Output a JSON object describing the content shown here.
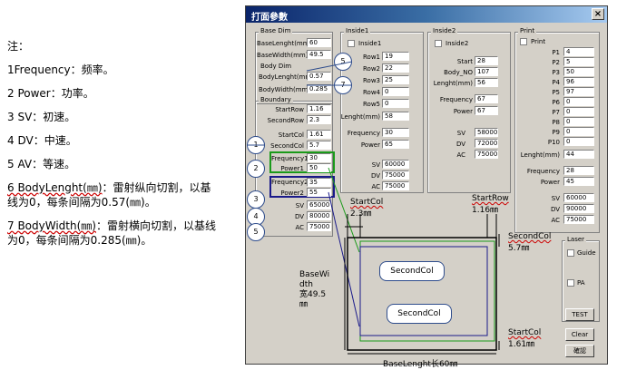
{
  "notes": {
    "title": "注：",
    "items": [
      {
        "key": "1Frequency",
        "text": "1Frequency：频率。"
      },
      {
        "key": "2Power",
        "text": "2 Power：功率。"
      },
      {
        "key": "3SV",
        "text": "3 SV：初速。"
      },
      {
        "key": "4DV",
        "text": "4 DV：中速。"
      },
      {
        "key": "5AV",
        "text": "5 AV：等速。"
      }
    ],
    "item6": {
      "head": "6 BodyLenght(㎜)",
      "rest": "：雷射纵向切割，以基线为0，每条间隔为0.57(㎜)。"
    },
    "item7": {
      "head": "7 BodyWidth(㎜)",
      "rest": "：雷射横向切割，以基线为0，每条间隔为0.285(㎜)。"
    }
  },
  "dialog": {
    "title": "打面參數",
    "close": "×",
    "base_dim": {
      "label": "Base Dim",
      "length_label": "BaseLenght(mm)",
      "length_value": "60",
      "width_label": "BaseWidth(mm)",
      "width_value": "49.5"
    },
    "body_dim": {
      "label": "Body Dim",
      "length_label": "BodyLenght(mm)",
      "length_value": "0.57",
      "width_label": "BodyWidth(mm)",
      "width_value": "0.285"
    },
    "boundary": {
      "label": "Boundary",
      "start_row_label": "StartRow",
      "start_row_value": "1.16",
      "second_row_label": "SecondRow",
      "second_row_value": "2.3",
      "start_col_label": "StartCol",
      "start_col_value": "1.61",
      "second_col_label": "SecondCol",
      "second_col_value": "5.7",
      "freq1_label": "Frequency1",
      "freq1_value": "30",
      "power1_label": "Power1",
      "power1_value": "50",
      "freq2_label": "Frequency2",
      "freq2_value": "35",
      "power2_label": "Power2",
      "power2_value": "55",
      "sv_label": "SV",
      "sv_value": "65000",
      "dv_label": "DV",
      "dv_value": "80000",
      "ac_label": "AC",
      "ac_value": "75000"
    },
    "inside1": {
      "label": "Inside1",
      "check_label": "Inside1",
      "rows": [
        {
          "label": "Row1",
          "value": "19"
        },
        {
          "label": "Row2",
          "value": "22"
        },
        {
          "label": "Row3",
          "value": "25"
        },
        {
          "label": "Row4",
          "value": "0"
        },
        {
          "label": "Row5",
          "value": "0"
        }
      ],
      "length_label": "Lenght(mm)",
      "length_value": "58",
      "freq_label": "Frequency",
      "freq_value": "30",
      "power_label": "Power",
      "power_value": "65",
      "sv_label": "SV",
      "sv_value": "60000",
      "dv_label": "DV",
      "dv_value": "75000",
      "ac_label": "AC",
      "ac_value": "75000"
    },
    "inside2": {
      "label": "Inside2",
      "check_label": "Inside2",
      "start_label": "Start",
      "start_value": "28",
      "bodyno_label": "Body_NO",
      "bodyno_value": "107",
      "length_label": "Lenght(mm)",
      "length_value": "56",
      "freq_label": "Frequency",
      "freq_value": "67",
      "power_label": "Power",
      "power_value": "67",
      "sv_label": "SV",
      "sv_value": "58000",
      "dv_label": "DV",
      "dv_value": "72000",
      "ac_label": "AC",
      "ac_value": "75000"
    },
    "print": {
      "label": "Print",
      "check_label": "Print",
      "ps": [
        {
          "label": "P1",
          "value": "4"
        },
        {
          "label": "P2",
          "value": "5"
        },
        {
          "label": "P3",
          "value": "50"
        },
        {
          "label": "P4",
          "value": "96"
        },
        {
          "label": "P5",
          "value": "97"
        },
        {
          "label": "P6",
          "value": "0"
        },
        {
          "label": "P7",
          "value": "0"
        },
        {
          "label": "P8",
          "value": "0"
        },
        {
          "label": "P9",
          "value": "0"
        },
        {
          "label": "P10",
          "value": "0"
        }
      ],
      "length_label": "Lenght(mm)",
      "length_value": "44",
      "freq_label": "Frequency",
      "freq_value": "28",
      "power_label": "Power",
      "power_value": "45",
      "sv_label": "SV",
      "sv_value": "60000",
      "dv_label": "DV",
      "dv_value": "90000",
      "ac_label": "AC",
      "ac_value": "75000"
    },
    "laser": {
      "label": "Laser",
      "guide_label": "Guide",
      "pa_label": "PA",
      "test_label": "TEST"
    },
    "clear_label": "Clear",
    "ok_label": "確認"
  },
  "annotations": {
    "circles": [
      "1",
      "2",
      "3",
      "4",
      "5",
      "5",
      "7"
    ],
    "start_col_top": "StartCol",
    "start_col_top_val": "2.3㎜",
    "start_row": "StartRow",
    "start_row_val": "1.16㎜",
    "second_col_right": "SecondCol",
    "second_col_right_val": "5.7㎜",
    "start_col_bottom": "StartCol",
    "start_col_bottom_val": "1.61㎜",
    "base_width_a": "BaseWi",
    "base_width_b": "dth",
    "base_width_c": "宽49.5",
    "base_width_d": "㎜",
    "base_length": "BaseLenght长60㎜",
    "bubble1": "SecondCol",
    "bubble2": "SecondCol"
  },
  "colors": {
    "highlight_green": "#1a9a1a",
    "highlight_blue": "#1a1a8a",
    "callout": "#2e4c8c"
  }
}
